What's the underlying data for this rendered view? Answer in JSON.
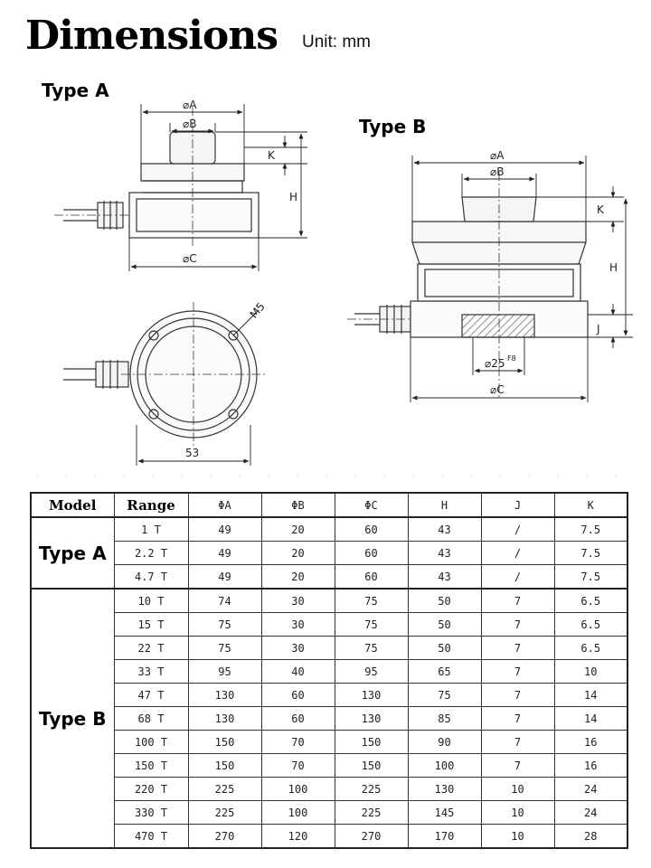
{
  "header": {
    "title": "Dimensions",
    "unit": "Unit: mm"
  },
  "drawings": {
    "type_a_label": "Type A",
    "type_b_label": "Type B",
    "labels": {
      "phiA": "⌀A",
      "phiB": "⌀B",
      "phiC": "⌀C",
      "K": "K",
      "H": "H",
      "J": "J",
      "M5": "M5",
      "width_53": "53",
      "bore": "⌀25",
      "bore_fit": "F8"
    }
  },
  "table": {
    "headers": {
      "model": "Model",
      "range": "Range",
      "a": "ΦA",
      "b": "ΦB",
      "c": "ΦC",
      "h": "H",
      "j": "J",
      "k": "K"
    },
    "groups": [
      {
        "model": "Type A",
        "rows": [
          {
            "range": "1 T",
            "a": "49",
            "b": "20",
            "c": "60",
            "h": "43",
            "j": "/",
            "k": "7.5"
          },
          {
            "range": "2.2 T",
            "a": "49",
            "b": "20",
            "c": "60",
            "h": "43",
            "j": "/",
            "k": "7.5"
          },
          {
            "range": "4.7 T",
            "a": "49",
            "b": "20",
            "c": "60",
            "h": "43",
            "j": "/",
            "k": "7.5"
          }
        ]
      },
      {
        "model": "Type B",
        "rows": [
          {
            "range": "10 T",
            "a": "74",
            "b": "30",
            "c": "75",
            "h": "50",
            "j": "7",
            "k": "6.5"
          },
          {
            "range": "15 T",
            "a": "75",
            "b": "30",
            "c": "75",
            "h": "50",
            "j": "7",
            "k": "6.5"
          },
          {
            "range": "22 T",
            "a": "75",
            "b": "30",
            "c": "75",
            "h": "50",
            "j": "7",
            "k": "6.5"
          },
          {
            "range": "33 T",
            "a": "95",
            "b": "40",
            "c": "95",
            "h": "65",
            "j": "7",
            "k": "10"
          },
          {
            "range": "47 T",
            "a": "130",
            "b": "60",
            "c": "130",
            "h": "75",
            "j": "7",
            "k": "14"
          },
          {
            "range": "68 T",
            "a": "130",
            "b": "60",
            "c": "130",
            "h": "85",
            "j": "7",
            "k": "14"
          },
          {
            "range": "100 T",
            "a": "150",
            "b": "70",
            "c": "150",
            "h": "90",
            "j": "7",
            "k": "16"
          },
          {
            "range": "150 T",
            "a": "150",
            "b": "70",
            "c": "150",
            "h": "100",
            "j": "7",
            "k": "16"
          },
          {
            "range": "220 T",
            "a": "225",
            "b": "100",
            "c": "225",
            "h": "130",
            "j": "10",
            "k": "24"
          },
          {
            "range": "330 T",
            "a": "225",
            "b": "100",
            "c": "225",
            "h": "145",
            "j": "10",
            "k": "24"
          },
          {
            "range": "470 T",
            "a": "270",
            "b": "120",
            "c": "270",
            "h": "170",
            "j": "10",
            "k": "28"
          }
        ]
      }
    ]
  }
}
